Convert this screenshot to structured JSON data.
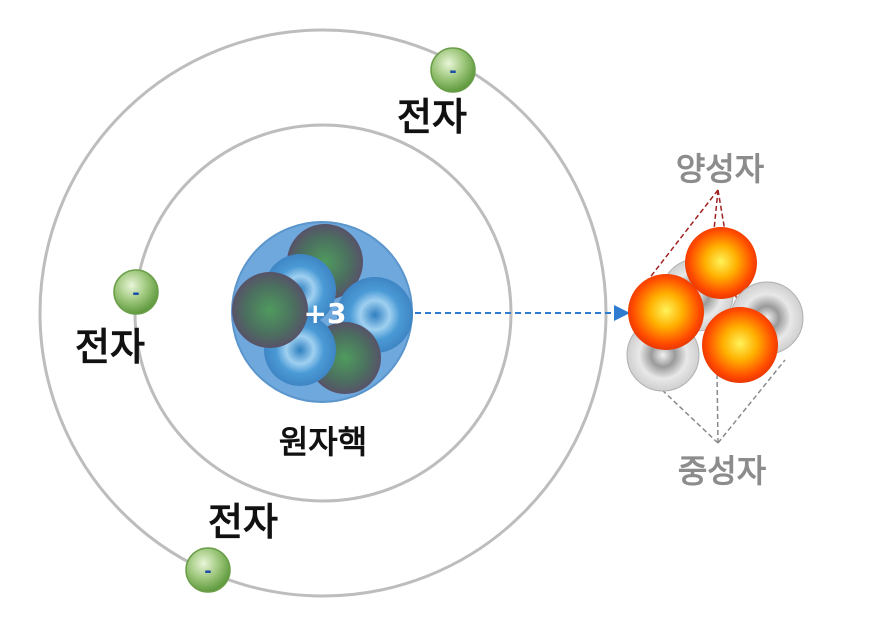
{
  "nucleus": {
    "label": "원자핵",
    "charge": "+3"
  },
  "electrons": [
    {
      "label": "전자",
      "sign": "-"
    },
    {
      "label": "전자",
      "sign": "-"
    },
    {
      "label": "전자",
      "sign": "-"
    }
  ],
  "detail": {
    "proton_label": "양성자",
    "neutron_label": "중성자"
  },
  "colors": {
    "orbit": "#bdbdbd",
    "nucleus_bg": "#6fa8dc",
    "electron": "#7fb35a",
    "proton": "#ff5a00",
    "neutron": "#9e9e9e",
    "arrow": "#2e7bd0",
    "proton_lines": "#a02020",
    "neutron_lines": "#8a8a8a"
  }
}
